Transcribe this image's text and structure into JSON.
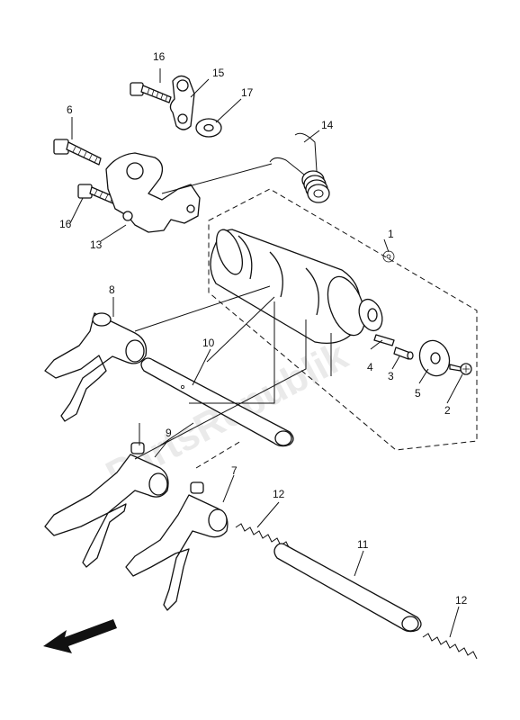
{
  "labels": {
    "p1": "1",
    "p2": "2",
    "p3": "3",
    "p4": "4",
    "p5": "5",
    "p6": "6",
    "p7": "7",
    "p8": "8",
    "p9": "9",
    "p10": "10",
    "p11": "11",
    "p12a": "12",
    "p12b": "12",
    "p13": "13",
    "p14": "14",
    "p15": "15",
    "p16a": "16",
    "p16b": "16",
    "p17": "17"
  },
  "watermark": "PartsRepublik",
  "colors": {
    "line": "#111111",
    "background": "#ffffff",
    "watermark": "#d9d9d9"
  }
}
